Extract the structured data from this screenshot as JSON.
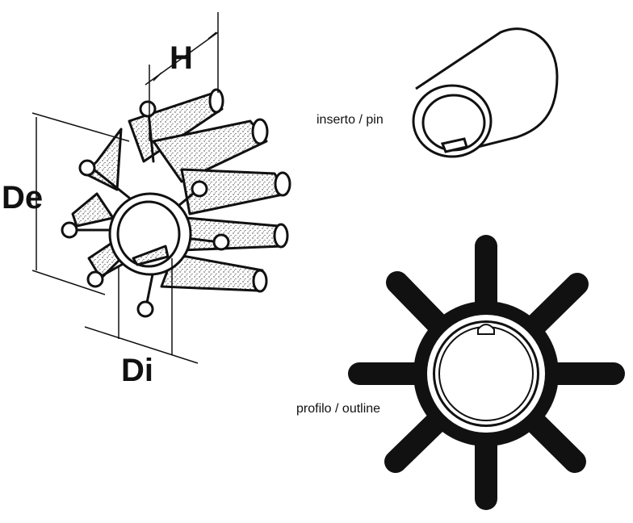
{
  "labels": {
    "height": "H",
    "outer_diameter": "De",
    "inner_diameter": "Di",
    "insert": "inserto / pin",
    "outline": "profilo / outline"
  },
  "colors": {
    "ink": "#111111",
    "paper": "#ffffff",
    "stipple": "#d9d9d9"
  }
}
